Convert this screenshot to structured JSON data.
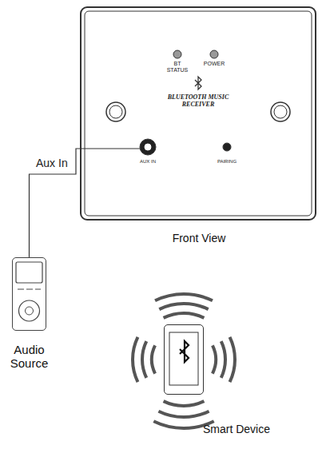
{
  "diagram": {
    "nodes": [
      {
        "text": [
          "Front View"
        ]
      },
      {
        "text": [
          "Audio Source"
        ]
      },
      {
        "text": [
          "Smart Device"
        ]
      }
    ],
    "edges": [
      {
        "from": 1,
        "to": 0,
        "arrow": "none",
        "label": "Aux In"
      }
    ],
    "labels": [
      "BT STATUS",
      "POWER",
      "BLUETOOTH MUSIC RECEIVER",
      "AUX IN",
      "PAIRING"
    ]
  }
}
